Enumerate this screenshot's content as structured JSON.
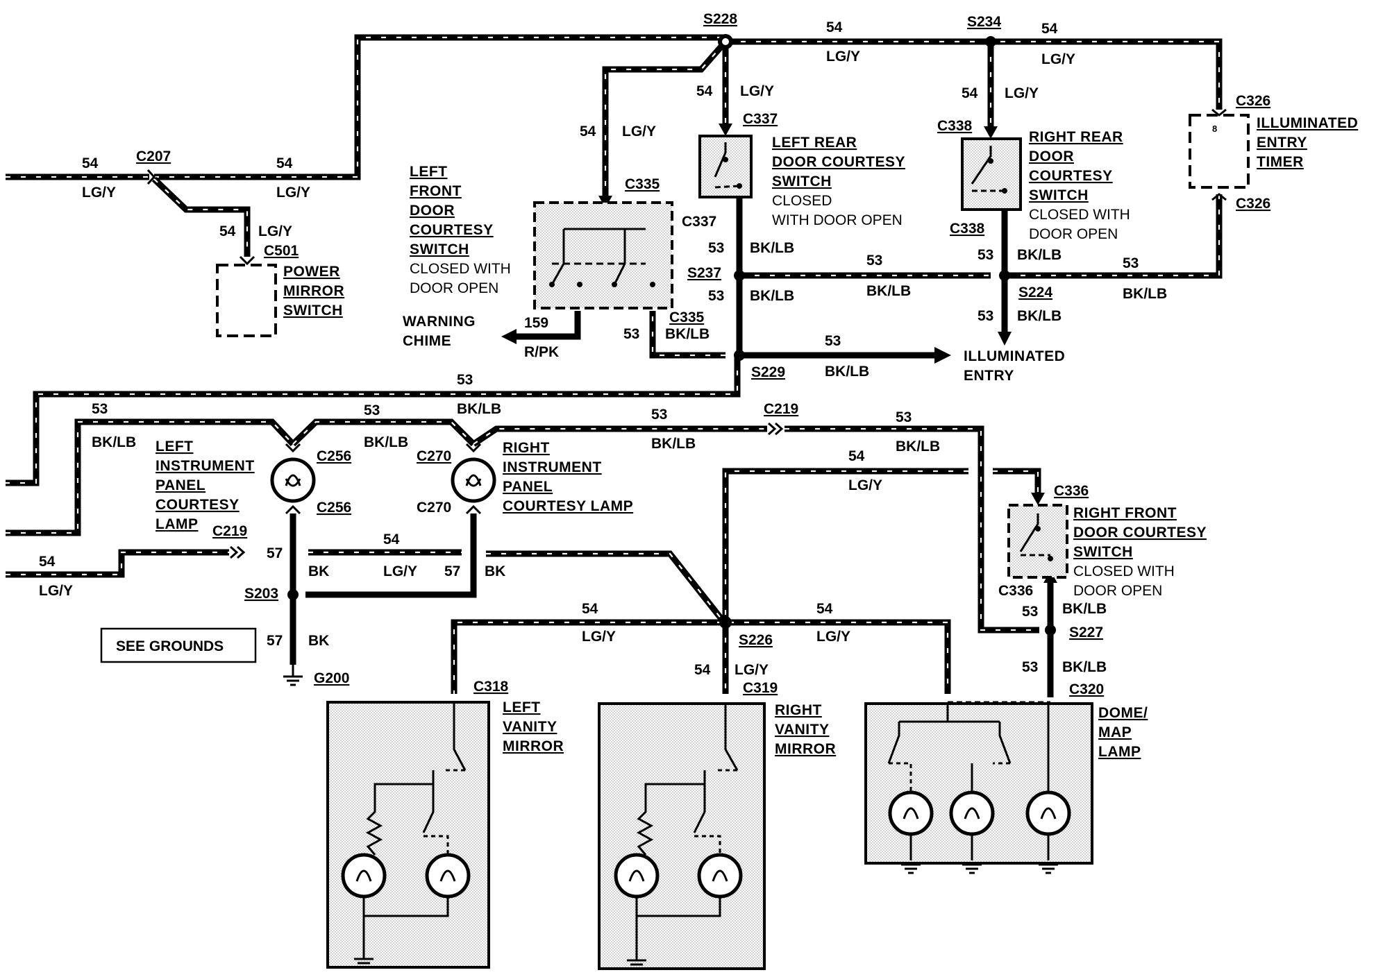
{
  "wires": {
    "w54": "54",
    "w53": "53",
    "w57": "57",
    "w159": "159",
    "lgy": "LG/Y",
    "bklb": "BK/LB",
    "bk": "BK",
    "rpk": "R/PK"
  },
  "connectors": {
    "c207": "C207",
    "c501": "C501",
    "c335": "C335",
    "c337": "C337",
    "c338": "C338",
    "c326": "C326",
    "c256": "C256",
    "c270": "C270",
    "c219": "C219",
    "c336": "C336",
    "c318": "C318",
    "c319": "C319",
    "c320": "C320",
    "g200": "G200",
    "timer_pin": "8"
  },
  "splices": {
    "s228": "S228",
    "s234": "S234",
    "s237": "S237",
    "s224": "S224",
    "s229": "S229",
    "s203": "S203",
    "s226": "S226",
    "s227": "S227"
  },
  "components": {
    "power_mirror": [
      "POWER",
      "MIRROR",
      "SWITCH"
    ],
    "left_front_door": [
      "LEFT",
      "FRONT",
      "DOOR",
      "COURTESY",
      "SWITCH"
    ],
    "left_front_note": [
      "CLOSED WITH",
      "DOOR OPEN"
    ],
    "left_rear_door": [
      "LEFT REAR",
      "DOOR COURTESY",
      "SWITCH"
    ],
    "left_rear_note": [
      "CLOSED",
      "WITH DOOR OPEN"
    ],
    "right_rear_door": [
      "RIGHT REAR",
      "DOOR",
      "COURTESY",
      "SWITCH"
    ],
    "right_rear_note": [
      "CLOSED WITH",
      "DOOR OPEN"
    ],
    "timer": [
      "ILLUMINATED",
      "ENTRY",
      "TIMER"
    ],
    "warning_chime": [
      "WARNING",
      "CHIME"
    ],
    "illuminated_entry_a": [
      "ILLUMINATED",
      "ENTRY"
    ],
    "left_ip_lamp": [
      "LEFT",
      "INSTRUMENT",
      "PANEL",
      "COURTESY",
      "LAMP"
    ],
    "right_ip_lamp": [
      "RIGHT",
      "INSTRUMENT",
      "PANEL",
      "COURTESY LAMP"
    ],
    "right_front_door": [
      "RIGHT FRONT",
      "DOOR COURTESY",
      "SWITCH"
    ],
    "right_front_note": [
      "CLOSED WITH",
      "DOOR OPEN"
    ],
    "left_vanity": [
      "LEFT",
      "VANITY",
      "MIRROR"
    ],
    "right_vanity": [
      "RIGHT",
      "VANITY",
      "MIRROR"
    ],
    "dome_map": [
      "DOME/",
      "MAP",
      "LAMP"
    ]
  },
  "see_grounds": "SEE GROUNDS"
}
